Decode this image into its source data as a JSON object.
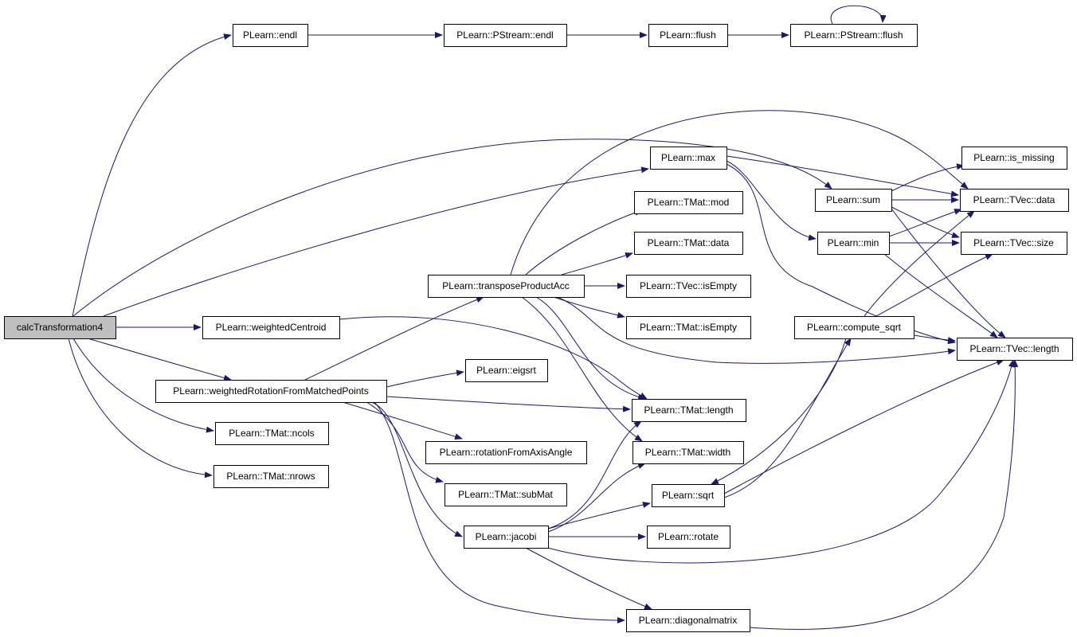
{
  "diagram": {
    "edge_color": "#191970",
    "root_fill": "#bfbfbf",
    "nodes": [
      {
        "id": "calcTransformation4",
        "label": "calcTransformation4"
      },
      {
        "id": "endl",
        "label": "PLearn::endl"
      },
      {
        "id": "pstream_endl",
        "label": "PLearn::PStream::endl"
      },
      {
        "id": "flush",
        "label": "PLearn::flush"
      },
      {
        "id": "pstream_flush",
        "label": "PLearn::PStream::flush"
      },
      {
        "id": "max",
        "label": "PLearn::max"
      },
      {
        "id": "is_missing",
        "label": "PLearn::is_missing"
      },
      {
        "id": "sum",
        "label": "PLearn::sum"
      },
      {
        "id": "tvec_data",
        "label": "PLearn::TVec::data"
      },
      {
        "id": "tmat_mod",
        "label": "PLearn::TMat::mod"
      },
      {
        "id": "min",
        "label": "PLearn::min"
      },
      {
        "id": "tvec_size",
        "label": "PLearn::TVec::size"
      },
      {
        "id": "tmat_data",
        "label": "PLearn::TMat::data"
      },
      {
        "id": "transposeProductAcc",
        "label": "PLearn::transposeProductAcc"
      },
      {
        "id": "tvec_isEmpty",
        "label": "PLearn::TVec::isEmpty"
      },
      {
        "id": "weightedCentroid",
        "label": "PLearn::weightedCentroid"
      },
      {
        "id": "tmat_isEmpty",
        "label": "PLearn::TMat::isEmpty"
      },
      {
        "id": "compute_sqrt",
        "label": "PLearn::compute_sqrt"
      },
      {
        "id": "tvec_length",
        "label": "PLearn::TVec::length"
      },
      {
        "id": "eigsrt",
        "label": "PLearn::eigsrt"
      },
      {
        "id": "weightedRotation",
        "label": "PLearn::weightedRotationFromMatchedPoints"
      },
      {
        "id": "tmat_length",
        "label": "PLearn::TMat::length"
      },
      {
        "id": "tmat_ncols",
        "label": "PLearn::TMat::ncols"
      },
      {
        "id": "rotationFromAxisAngle",
        "label": "PLearn::rotationFromAxisAngle"
      },
      {
        "id": "tmat_width",
        "label": "PLearn::TMat::width"
      },
      {
        "id": "tmat_nrows",
        "label": "PLearn::TMat::nrows"
      },
      {
        "id": "tmat_subMat",
        "label": "PLearn::TMat::subMat"
      },
      {
        "id": "sqrt",
        "label": "PLearn::sqrt"
      },
      {
        "id": "jacobi",
        "label": "PLearn::jacobi"
      },
      {
        "id": "rotate",
        "label": "PLearn::rotate"
      },
      {
        "id": "diagonalmatrix",
        "label": "PLearn::diagonalmatrix"
      }
    ],
    "edges": [
      {
        "from": "calcTransformation4",
        "to": "endl"
      },
      {
        "from": "calcTransformation4",
        "to": "max"
      },
      {
        "from": "calcTransformation4",
        "to": "sum"
      },
      {
        "from": "calcTransformation4",
        "to": "weightedCentroid"
      },
      {
        "from": "calcTransformation4",
        "to": "weightedRotation"
      },
      {
        "from": "calcTransformation4",
        "to": "tmat_ncols"
      },
      {
        "from": "calcTransformation4",
        "to": "tmat_nrows"
      },
      {
        "from": "endl",
        "to": "pstream_endl"
      },
      {
        "from": "pstream_endl",
        "to": "flush"
      },
      {
        "from": "flush",
        "to": "pstream_flush"
      },
      {
        "from": "pstream_flush",
        "to": "pstream_flush"
      },
      {
        "from": "max",
        "to": "tvec_data"
      },
      {
        "from": "max",
        "to": "min"
      },
      {
        "from": "max",
        "to": "tvec_length"
      },
      {
        "from": "sum",
        "to": "is_missing"
      },
      {
        "from": "sum",
        "to": "tvec_data"
      },
      {
        "from": "sum",
        "to": "tvec_size"
      },
      {
        "from": "sum",
        "to": "tvec_length"
      },
      {
        "from": "min",
        "to": "tvec_data"
      },
      {
        "from": "min",
        "to": "tvec_size"
      },
      {
        "from": "min",
        "to": "tvec_length"
      },
      {
        "from": "transposeProductAcc",
        "to": "tvec_data"
      },
      {
        "from": "transposeProductAcc",
        "to": "tmat_mod"
      },
      {
        "from": "transposeProductAcc",
        "to": "tmat_data"
      },
      {
        "from": "transposeProductAcc",
        "to": "tvec_isEmpty"
      },
      {
        "from": "transposeProductAcc",
        "to": "tmat_isEmpty"
      },
      {
        "from": "transposeProductAcc",
        "to": "tvec_length"
      },
      {
        "from": "transposeProductAcc",
        "to": "tmat_length"
      },
      {
        "from": "transposeProductAcc",
        "to": "tmat_width"
      },
      {
        "from": "weightedCentroid",
        "to": "tmat_length"
      },
      {
        "from": "compute_sqrt",
        "to": "tvec_data"
      },
      {
        "from": "compute_sqrt",
        "to": "tvec_size"
      },
      {
        "from": "compute_sqrt",
        "to": "tvec_length"
      },
      {
        "from": "compute_sqrt",
        "to": "sqrt"
      },
      {
        "from": "weightedRotation",
        "to": "transposeProductAcc"
      },
      {
        "from": "weightedRotation",
        "to": "eigsrt"
      },
      {
        "from": "weightedRotation",
        "to": "tmat_length"
      },
      {
        "from": "weightedRotation",
        "to": "rotationFromAxisAngle"
      },
      {
        "from": "weightedRotation",
        "to": "tmat_subMat"
      },
      {
        "from": "weightedRotation",
        "to": "jacobi"
      },
      {
        "from": "weightedRotation",
        "to": "diagonalmatrix"
      },
      {
        "from": "sqrt",
        "to": "compute_sqrt"
      },
      {
        "from": "sqrt",
        "to": "tvec_length"
      },
      {
        "from": "jacobi",
        "to": "tmat_length"
      },
      {
        "from": "jacobi",
        "to": "tmat_width"
      },
      {
        "from": "jacobi",
        "to": "sqrt"
      },
      {
        "from": "jacobi",
        "to": "rotate"
      },
      {
        "from": "jacobi",
        "to": "tvec_length"
      },
      {
        "from": "jacobi",
        "to": "diagonalmatrix"
      },
      {
        "from": "diagonalmatrix",
        "to": "tvec_length"
      }
    ]
  }
}
